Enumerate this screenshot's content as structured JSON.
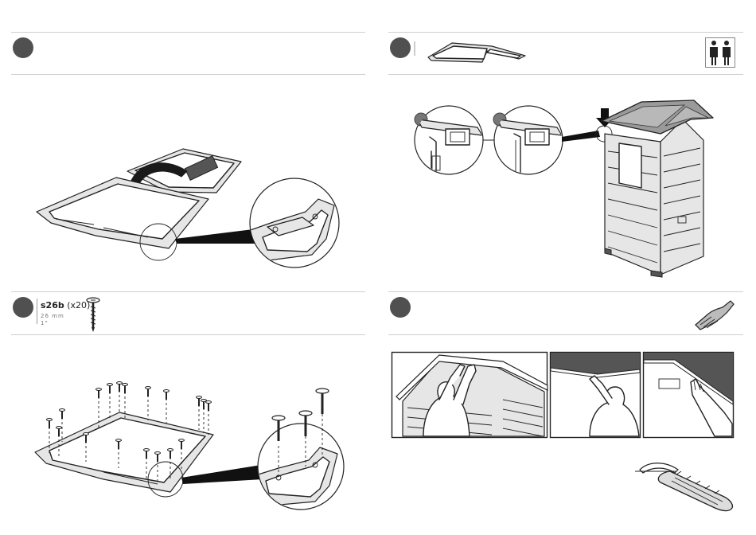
{
  "steps": {
    "top_left": {
      "part": null
    },
    "top_right": {
      "part": null,
      "icon": "two-people-icon"
    },
    "bottom_left": {
      "part": {
        "code": "s26b",
        "qty": "(x20)",
        "size_mm": "26 mm",
        "size_in": "1\""
      },
      "icon": "screw-icon"
    },
    "bottom_right": {
      "part": null,
      "icon": "screwdriver-icon"
    }
  },
  "colors": {
    "step_dot": "#505050",
    "rule": "#cfcfcf",
    "roof": "#9a9a9a",
    "dark": "#555555"
  }
}
